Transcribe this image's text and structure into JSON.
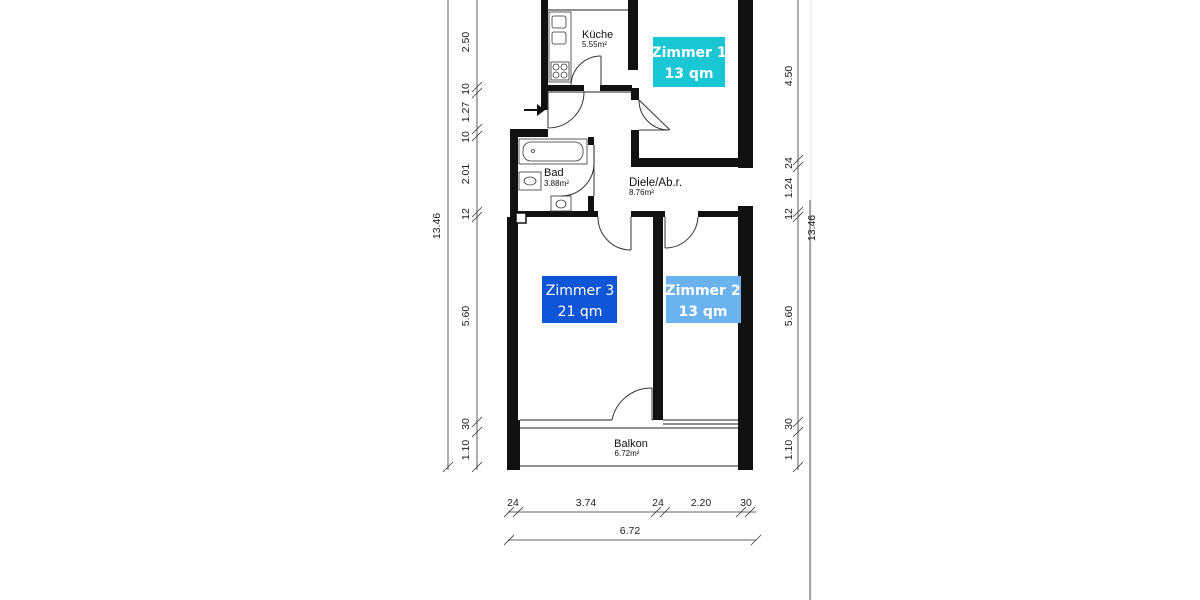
{
  "rooms": {
    "kueche": {
      "name": "Küche",
      "area": "5.55m²"
    },
    "bad": {
      "name": "Bad",
      "area": "3.88m²"
    },
    "diele": {
      "name": "Diele/Ab.r.",
      "area": "8.76m²"
    },
    "balkon": {
      "name": "Balkon",
      "area": "6.72m²"
    }
  },
  "labels": {
    "zimmer1": {
      "name": "Zimmer 1",
      "size": "13 qm",
      "color": "#19c6d3"
    },
    "zimmer2": {
      "name": "Zimmer 2",
      "size": "13 qm",
      "color": "#6ab3ee"
    },
    "zimmer3": {
      "name": "Zimmer 3",
      "size": "21 qm",
      "color": "#0f55d8"
    }
  },
  "dimensions": {
    "left": [
      "2.50",
      "10",
      "1.27",
      "10",
      "2.01",
      "12",
      "5.60",
      "30",
      "1.10"
    ],
    "left_total": "13.46",
    "right": [
      "4.50",
      "24",
      "1.24",
      "12",
      "5.60",
      "30",
      "1.10"
    ],
    "right_total": "13.46",
    "bottom": [
      "24",
      "3.74",
      "24",
      "2.20",
      "30"
    ],
    "bottom_total": "6.72"
  }
}
